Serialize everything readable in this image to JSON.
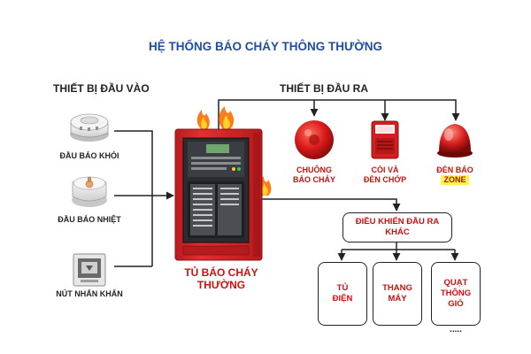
{
  "title": "HỆ THỐNG BÁO CHÁY THÔNG THƯỜNG",
  "input_section": {
    "heading": "THIẾT BỊ ĐẦU VÀO",
    "devices": [
      {
        "label": "ĐẦU BÁO KHÓI",
        "icon": "smoke-detector-icon"
      },
      {
        "label": "ĐẦU BÁO NHIỆT",
        "icon": "heat-detector-icon"
      },
      {
        "label": "NÚT NHẤN KHẨN",
        "icon": "manual-call-point-icon"
      }
    ]
  },
  "panel": {
    "label_line1": "TỦ BÁO CHÁY",
    "label_line2": "THƯỜNG",
    "icon": "fire-alarm-control-panel-icon"
  },
  "output_section": {
    "heading": "THIẾT BỊ ĐẦU RA",
    "devices": [
      {
        "label_line1": "CHUÔNG",
        "label_line2": "BÁO CHÁY",
        "icon": "fire-bell-icon"
      },
      {
        "label_line1": "CÒI VÀ",
        "label_line2": "ĐÈN CHỚP",
        "icon": "horn-strobe-icon"
      },
      {
        "label_line1": "ĐÈN BÁO",
        "label_line2": "ZONE",
        "icon": "zone-indicator-lamp-icon"
      }
    ]
  },
  "other_outputs": {
    "heading": "ĐIỀU KHIỂN ĐẦU RA KHÁC",
    "items": [
      {
        "line1": "TỦ",
        "line2": "ĐIỆN",
        "line3": ""
      },
      {
        "line1": "THANG",
        "line2": "MÁY",
        "line3": ""
      },
      {
        "line1": "QUẠT",
        "line2": "THÔNG",
        "line3": "GIÓ"
      }
    ],
    "ellipsis": "....."
  },
  "colors": {
    "title": "#1f4e9c",
    "accent_red": "#cc1010",
    "panel_red": "#d7262a",
    "zone_highlight": "#fff44f",
    "connector": "#222222"
  }
}
